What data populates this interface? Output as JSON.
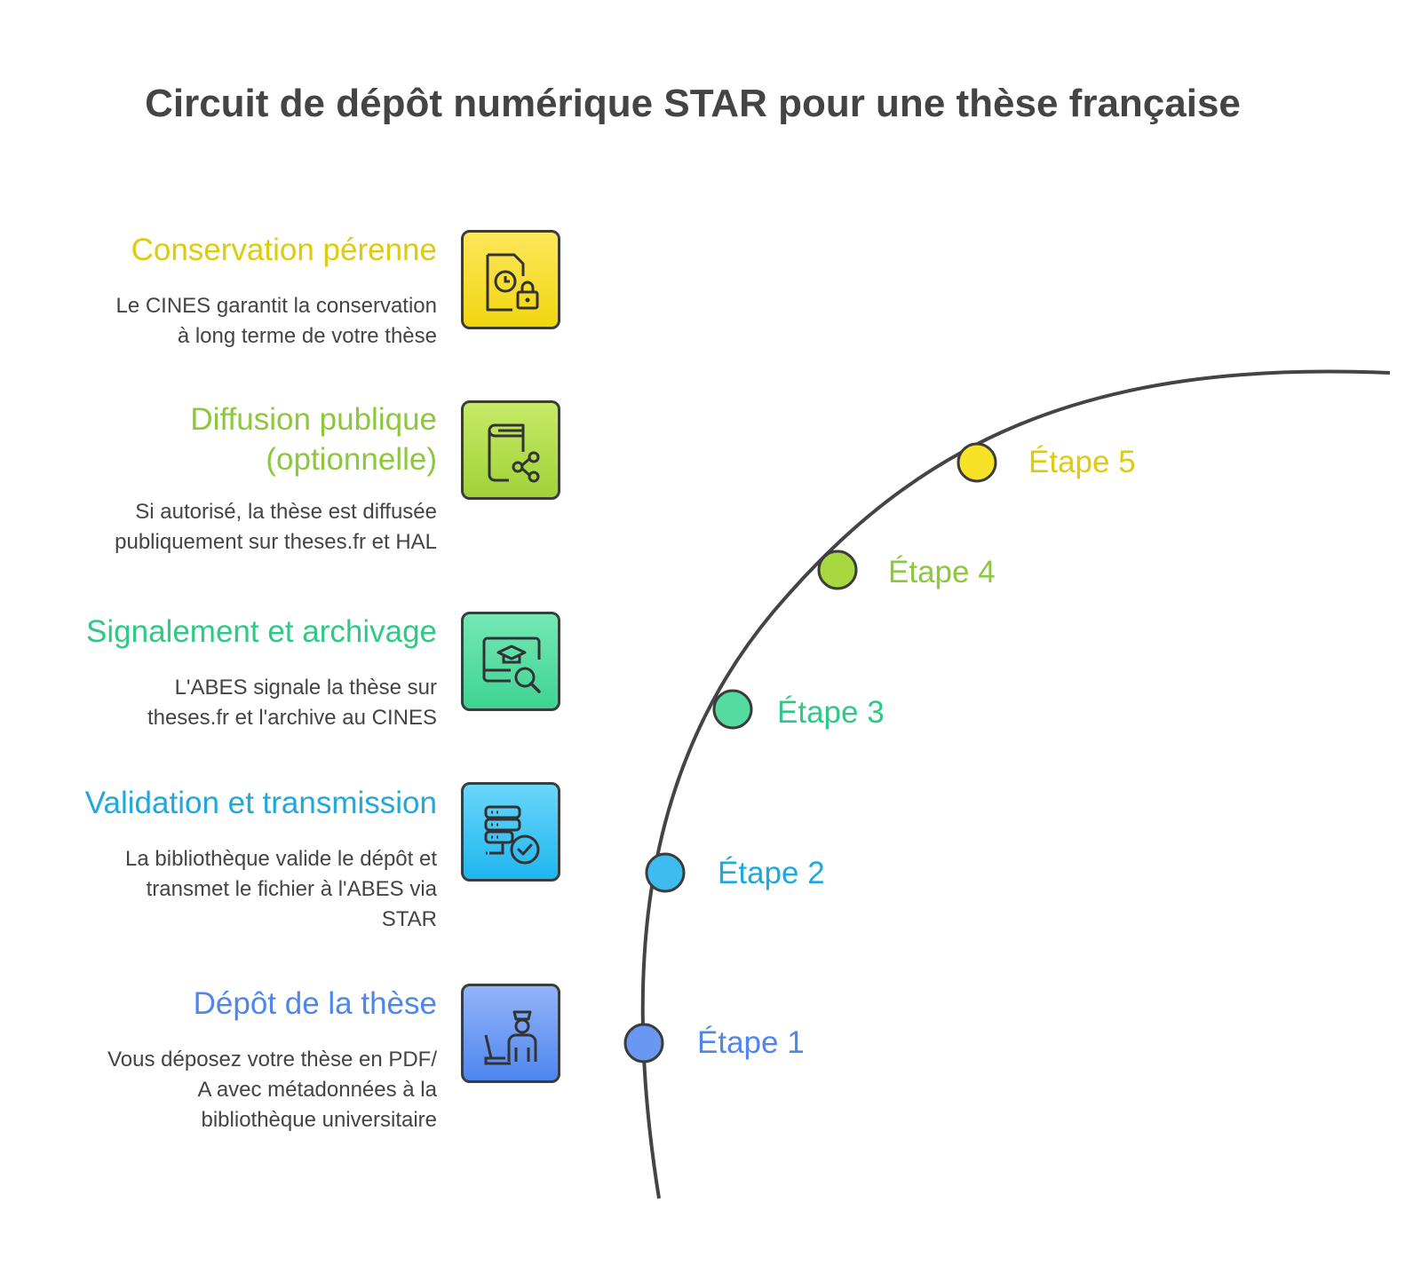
{
  "title": "Circuit de dépôt numérique STAR pour une thèse française",
  "steps": [
    {
      "heading": "Dépôt de la thèse",
      "desc_lines": [
        "Vous déposez votre thèse en PDF/",
        "A avec métadonnées à la",
        "bibliothèque universitaire"
      ],
      "label": "Étape 1",
      "color": "#4f86ee",
      "icon": "person-at-desk-icon"
    },
    {
      "heading": "Validation et transmission",
      "desc_lines": [
        "La bibliothèque valide le dépôt et",
        "transmet le fichier à l'ABES via",
        "STAR"
      ],
      "label": "Étape 2",
      "color": "#1ea8dd",
      "icon": "server-check-icon"
    },
    {
      "heading": "Signalement et archivage",
      "desc_lines": [
        "L'ABES signale la thèse sur",
        "theses.fr et l'archive au CINES"
      ],
      "label": "Étape 3",
      "color": "#2fc987",
      "icon": "graduation-search-icon"
    },
    {
      "heading_lines": [
        "Diffusion publique",
        "(optionnelle)"
      ],
      "desc_lines": [
        "Si autorisé, la thèse est diffusée",
        "publiquement sur theses.fr et HAL"
      ],
      "label": "Étape 4",
      "color": "#8cc73c",
      "icon": "book-share-icon"
    },
    {
      "heading": "Conservation pérenne",
      "desc_lines": [
        "Le CINES garantit la conservation",
        "à long terme de votre thèse"
      ],
      "label": "Étape 5",
      "color": "#ddcb10",
      "icon": "document-lock-icon"
    }
  ]
}
